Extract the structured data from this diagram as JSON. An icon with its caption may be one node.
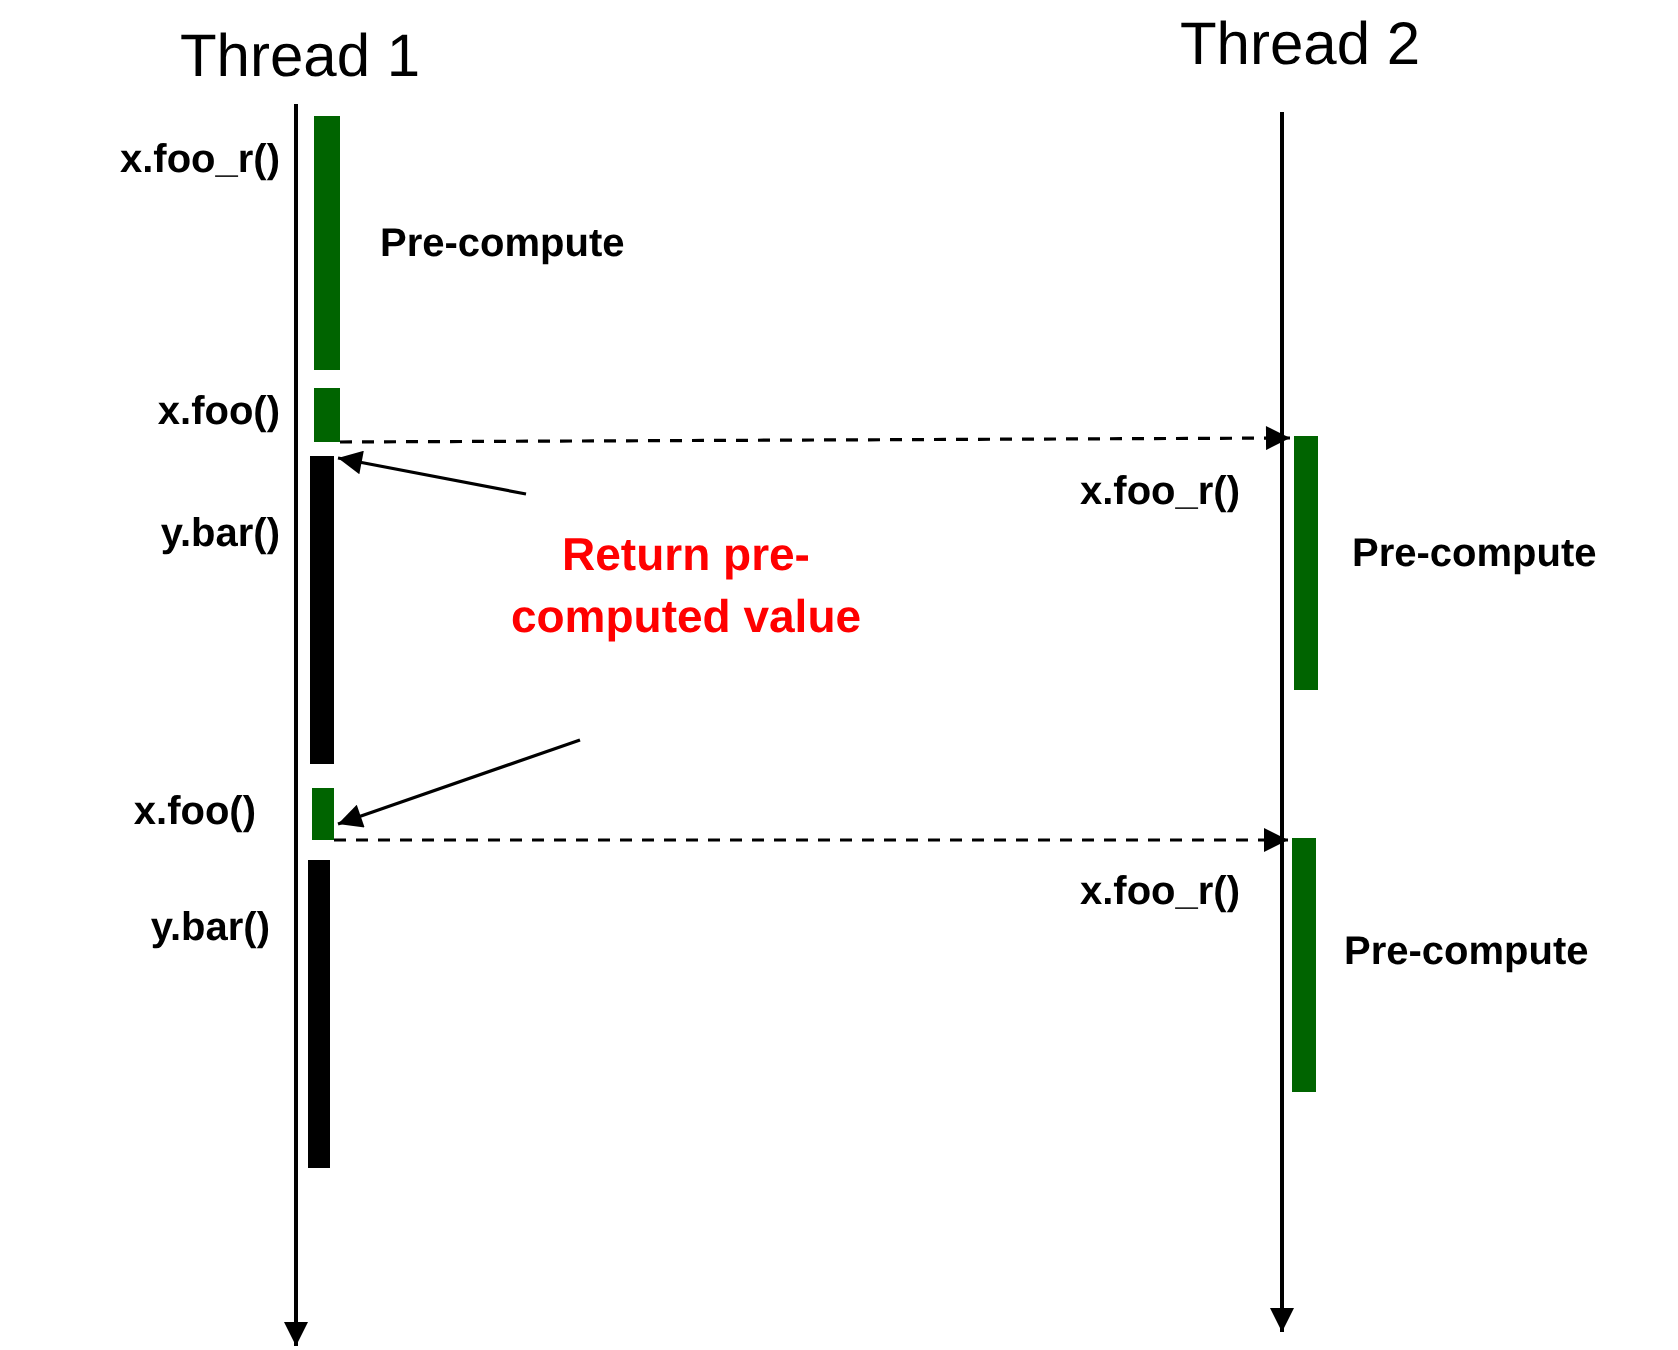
{
  "diagram": {
    "nodes": [
      {
        "text": [
          "Thread 1"
        ]
      },
      {
        "text": [
          "Thread 2"
        ]
      },
      {
        "text": [],
        "shape": "bar",
        "beside": [
          "x.foo_r()",
          "Pre-compute"
        ]
      },
      {
        "text": [],
        "shape": "bar",
        "beside": [
          "x.foo()"
        ]
      },
      {
        "text": [],
        "shape": "bar",
        "beside": [
          "y.bar()"
        ]
      },
      {
        "text": [],
        "shape": "bar",
        "beside": [
          "x.foo()"
        ]
      },
      {
        "text": [],
        "shape": "bar",
        "beside": [
          "y.bar()"
        ]
      },
      {
        "text": [],
        "shape": "bar",
        "beside": [
          "x.foo_r()",
          "Pre-compute"
        ]
      },
      {
        "text": [],
        "shape": "bar",
        "beside": [
          "x.foo_r()",
          "Pre-compute"
        ]
      },
      {
        "text": [
          "Return pre-computed value"
        ]
      }
    ],
    "edges": [
      {
        "from": 3,
        "to": 7,
        "arrow": "to",
        "style": "dashed"
      },
      {
        "from": 9,
        "to": 4,
        "arrow": "to"
      },
      {
        "from": 9,
        "to": 5,
        "arrow": "to"
      },
      {
        "from": 5,
        "to": 8,
        "arrow": "to",
        "style": "dashed"
      }
    ]
  }
}
